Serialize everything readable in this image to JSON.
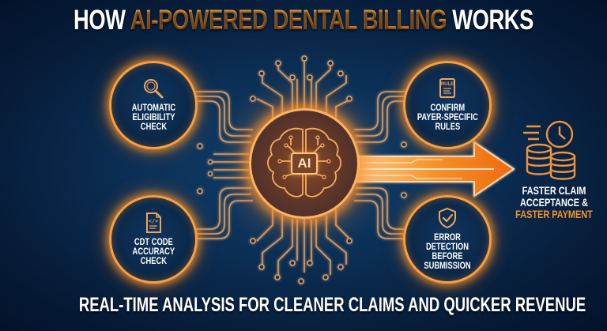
{
  "title": {
    "prefix": "HOW ",
    "highlight": "AI-POWERED DENTAL BILLING",
    "suffix": " WORKS"
  },
  "center": {
    "chip_label": "AI",
    "icon": "brain-circuit-icon"
  },
  "steps": [
    {
      "id": "eligibility",
      "icon": "magnifier-icon",
      "label": "AUTOMATIC\nELIGIBILITY\nCHECK",
      "position": "top-left"
    },
    {
      "id": "payer-rules",
      "icon": "rule-book-icon",
      "icon_text": "RULE",
      "label": "CONFIRM\nPAYER-SPECIFIC\nRULES",
      "position": "top-right"
    },
    {
      "id": "cdt-code",
      "icon": "code-document-icon",
      "icon_text": "</>",
      "label": "CDT CODE\nACCURACY\nCHECK",
      "position": "bottom-left"
    },
    {
      "id": "error-detection",
      "icon": "shield-check-icon",
      "label": "ERROR\nDETECTION\nBEFORE\nSUBMISSION",
      "position": "bottom-right"
    }
  ],
  "outcome": {
    "icon": "coins-clock-icon",
    "line1": "FASTER CLAIM",
    "line2": "ACCEPTANCE &",
    "line3": "FASTER PAYMENT"
  },
  "subtitle": "REAL-TIME ANALYSIS FOR CLEANER CLAIMS AND QUICKER REVENUE",
  "colors": {
    "background": "#0b2f55",
    "accent": "#f7932a",
    "text": "#ffffff",
    "glow": "#ffb35c"
  }
}
